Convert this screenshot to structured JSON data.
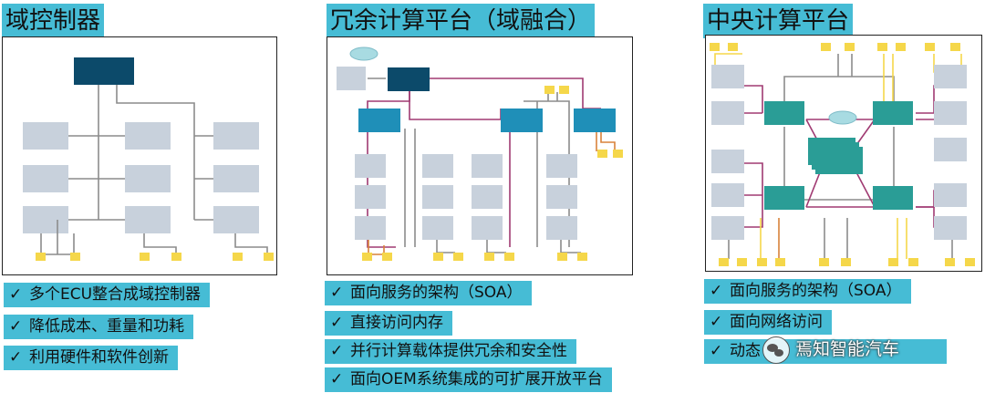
{
  "sections": [
    {
      "title": "域控制器",
      "title_bg": "#46bcd5",
      "bullets": [
        "多个ECU整合成域控制器",
        "降低成本、重量和功耗",
        "利用硬件和软件创新"
      ]
    },
    {
      "title": "冗余计算平台（域融合）",
      "title_bg": "#46bcd5",
      "bullets": [
        "面向服务的架构（SOA）",
        "直接访问内存",
        "并行计算载体提供冗余和安全性",
        "面向OEM系统集成的可扩展开放平台"
      ]
    },
    {
      "title": "中央计算平台",
      "title_bg": "#46bcd5",
      "bullets": [
        "面向服务的架构（SOA）",
        "面向网络访问",
        "动态"
      ]
    }
  ],
  "watermark": {
    "text": "焉知智能汽车",
    "icon": "wechat-icon"
  },
  "colors": {
    "dark_node": "#0c4a6a",
    "mid_node": "#1f8fb8",
    "teal_node": "#2a9d96",
    "gray_node": "#c8d1dc",
    "sensor": "#f5d74a",
    "bus_gray": "#8c8c8c",
    "bus_purple": "#a03a72",
    "bus_orange": "#d9823a",
    "cloud": "#a8dbe2",
    "check_mark": "✓"
  }
}
